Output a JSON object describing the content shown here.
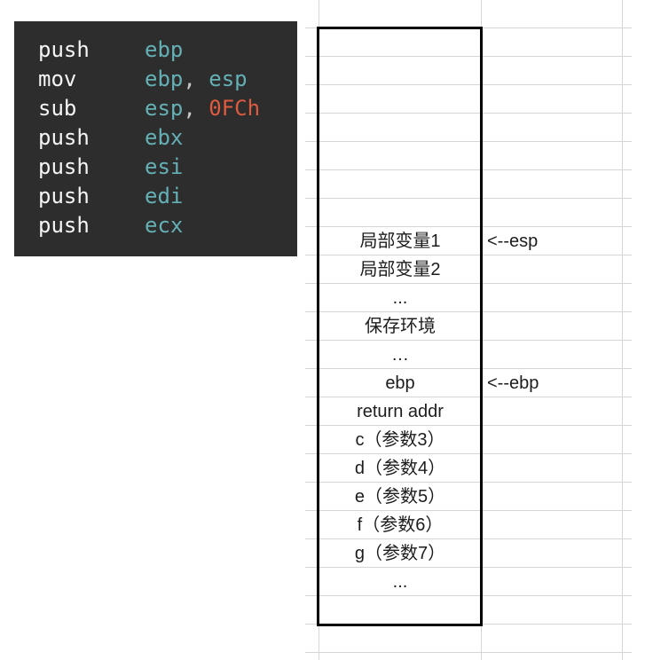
{
  "code_block": {
    "lines": [
      {
        "mnemonic": "push",
        "op_a": "ebp",
        "sep": "",
        "op_b": ""
      },
      {
        "mnemonic": "mov",
        "op_a": "ebp",
        "sep": ", ",
        "op_b": "esp"
      },
      {
        "mnemonic": "sub",
        "op_a": "esp",
        "sep": ", ",
        "op_b": "0FCh"
      },
      {
        "mnemonic": "push",
        "op_a": "ebx",
        "sep": "",
        "op_b": ""
      },
      {
        "mnemonic": "push",
        "op_a": "esi",
        "sep": "",
        "op_b": ""
      },
      {
        "mnemonic": "push",
        "op_a": "edi",
        "sep": "",
        "op_b": ""
      },
      {
        "mnemonic": "push",
        "op_a": "ecx",
        "sep": "",
        "op_b": ""
      }
    ]
  },
  "stack_diagram": {
    "rows": [
      {
        "label": ""
      },
      {
        "label": ""
      },
      {
        "label": ""
      },
      {
        "label": ""
      },
      {
        "label": ""
      },
      {
        "label": ""
      },
      {
        "label": ""
      },
      {
        "label": "局部变量1",
        "annotation": "<--esp"
      },
      {
        "label": "局部变量2"
      },
      {
        "label": "..."
      },
      {
        "label": "保存环境"
      },
      {
        "label": "…"
      },
      {
        "label": "ebp",
        "annotation": "<--ebp"
      },
      {
        "label": "return addr"
      },
      {
        "label": "c（参数3）"
      },
      {
        "label": "d（参数4）"
      },
      {
        "label": "e（参数5）"
      },
      {
        "label": "f（参数6）"
      },
      {
        "label": "g（参数7）"
      },
      {
        "label": "..."
      },
      {
        "label": ""
      }
    ]
  },
  "colors": {
    "code_background": "#2d2d2d",
    "mnemonic": "#f5f5f5",
    "register": "#64b0b4",
    "immediate": "#df5b40",
    "separator": "#c9c9c9",
    "gridline": "#d6d6d6",
    "box_border": "#000000",
    "cell_text": "#1c1c1c"
  }
}
